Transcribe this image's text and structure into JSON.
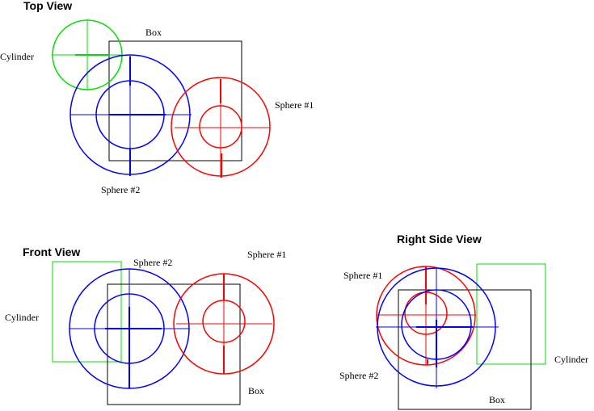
{
  "colors": {
    "box": "#000000",
    "cylinder": "#00e000",
    "sphere1": "#ff0000",
    "sphere2": "#0000ff"
  },
  "top_view": {
    "title": "Top View",
    "box": "Box",
    "cylinder": "Cylinder",
    "sphere1": "Sphere #1",
    "sphere2": "Sphere #2"
  },
  "front_view": {
    "title": "Front View",
    "box": "Box",
    "cylinder": "Cylinder",
    "sphere1": "Sphere #1",
    "sphere2": "Sphere #2"
  },
  "side_view": {
    "title": "Right Side View",
    "box": "Box",
    "cylinder": "Cylinder",
    "sphere1": "Sphere #1",
    "sphere2": "Sphere #2"
  }
}
